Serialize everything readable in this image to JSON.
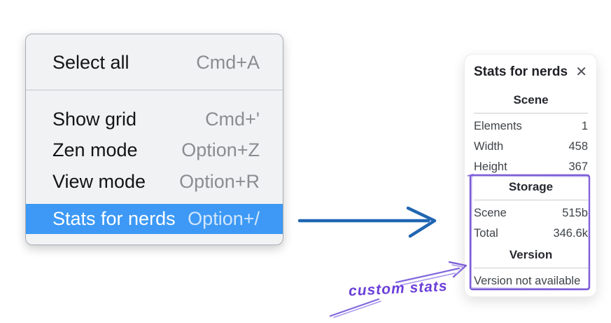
{
  "menu": {
    "items": [
      {
        "label": "Select all",
        "shortcut": "Cmd+A",
        "highlighted": false
      },
      {
        "label": "Show grid",
        "shortcut": "Cmd+'",
        "highlighted": false
      },
      {
        "label": "Zen mode",
        "shortcut": "Option+Z",
        "highlighted": false
      },
      {
        "label": "View mode",
        "shortcut": "Option+R",
        "highlighted": false
      },
      {
        "label": "Stats for nerds",
        "shortcut": "Option+/",
        "highlighted": true
      }
    ],
    "colors": {
      "highlight_bg": "#3d99f5",
      "menu_bg": "#f1f2f4",
      "shortcut_text": "#8a8d91"
    }
  },
  "panel": {
    "title": "Stats for nerds",
    "close_icon": "✕",
    "sections": [
      {
        "heading": "Scene",
        "rows": [
          {
            "label": "Elements",
            "value": "1"
          },
          {
            "label": "Width",
            "value": "458"
          },
          {
            "label": "Height",
            "value": "367"
          }
        ]
      },
      {
        "heading": "Storage",
        "rows": [
          {
            "label": "Scene",
            "value": "515b"
          },
          {
            "label": "Total",
            "value": "346.6k"
          }
        ]
      },
      {
        "heading": "Version",
        "note": "Version not available"
      }
    ]
  },
  "annotations": {
    "label": "custom stats",
    "colors": {
      "arrow_blue": "#2066b2",
      "box_purple": "#7a5bd6",
      "text_purple": "#6b3fd9"
    }
  }
}
